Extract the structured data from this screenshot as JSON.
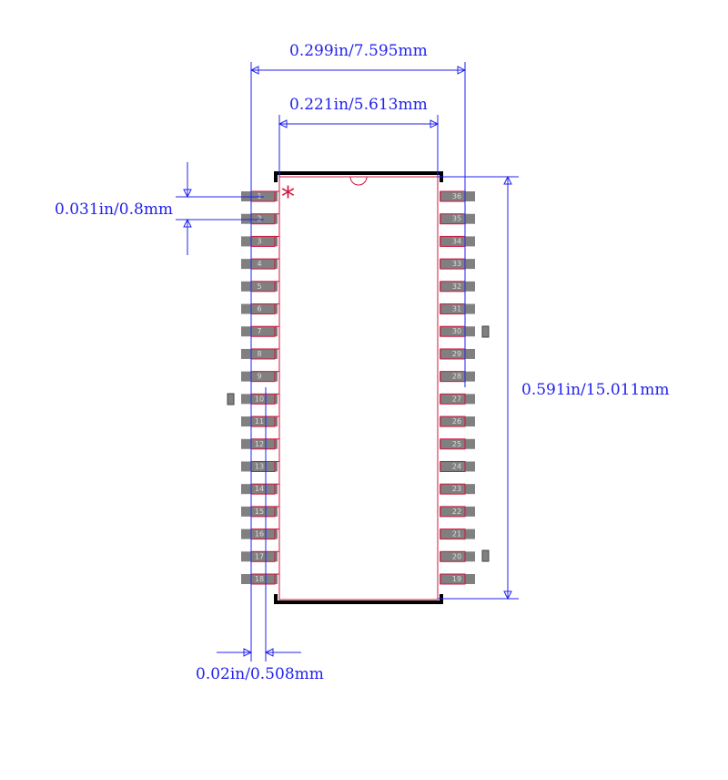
{
  "dimensions": {
    "overall_width": "0.299in/7.595mm",
    "body_width": "0.221in/5.613mm",
    "pitch": "0.031in/0.8mm",
    "length": "0.591in/15.011mm",
    "pad_width": "0.02in/0.508mm"
  },
  "pins_left": [
    "1",
    "2",
    "3",
    "4",
    "5",
    "6",
    "7",
    "8",
    "9",
    "10",
    "11",
    "12",
    "13",
    "14",
    "15",
    "16",
    "17",
    "18"
  ],
  "pins_right": [
    "36",
    "35",
    "34",
    "33",
    "32",
    "31",
    "30",
    "29",
    "28",
    "27",
    "26",
    "25",
    "24",
    "23",
    "22",
    "21",
    "20",
    "19"
  ],
  "pin1_marker": "*",
  "colors": {
    "dim": "#2222ee",
    "outline": "#d0143c",
    "pad": "#808080",
    "silk": "#000000"
  }
}
